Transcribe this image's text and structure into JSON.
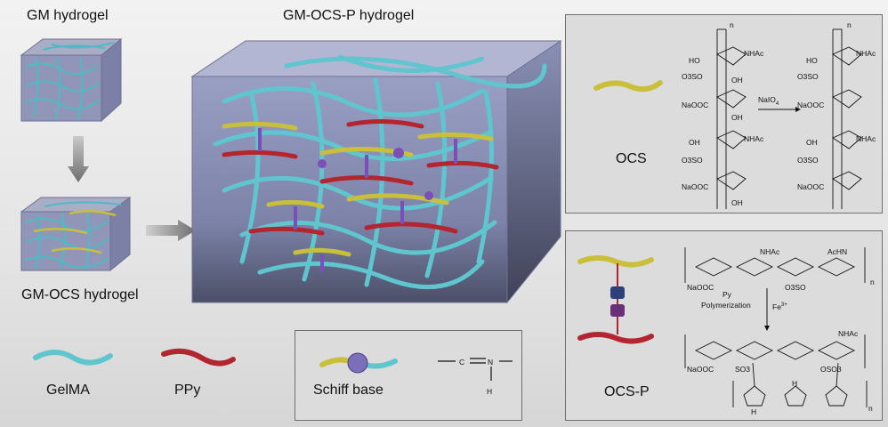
{
  "figure": {
    "gm_hydrogel_label": "GM hydrogel",
    "gm_ocs_p_hydrogel_label": "GM-OCS-P hydrogel",
    "gm_ocs_hydrogel_label": "GM-OCS hydrogel"
  },
  "legend": {
    "gelma_label": "GelMA",
    "ppy_label": "PPy",
    "schiff_base_label": "Schiff base",
    "schiff_formula": {
      "c": "C",
      "n": "N",
      "h": "H"
    }
  },
  "ocs_panel": {
    "label": "OCS",
    "reagent": "NaIO",
    "reagent_sub": "4",
    "groups": [
      "HO",
      "NHAc",
      "O3SO",
      "OH",
      "NaOOC",
      "OH",
      "OH",
      "NHAc",
      "O3SO",
      "NaOOC",
      "OH",
      "n"
    ]
  },
  "ocsp_panel": {
    "label": "OCS-P",
    "step_line1": "Py",
    "step_line2": "Polymerization",
    "reagent": "Fe",
    "reagent_sup": "3+",
    "groups": [
      "NHAc",
      "AcHN",
      "NaOOC",
      "O3SO",
      "SO3",
      "OSO3",
      "H",
      "n"
    ]
  },
  "colors": {
    "gelma": "#5fc6cf",
    "ppy": "#b3252f",
    "ocs": "#c9bf3a",
    "linker": "#7a4fb8",
    "gel_box": "#8a90b3"
  }
}
